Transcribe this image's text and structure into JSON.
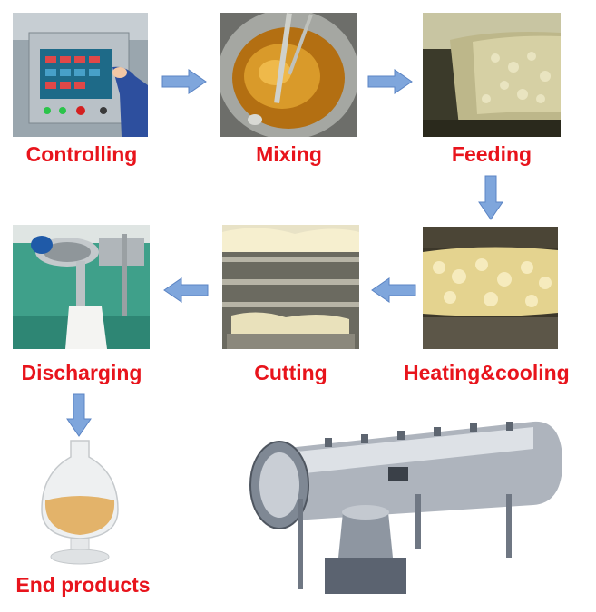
{
  "steps": [
    {
      "label": "Controlling"
    },
    {
      "label": "Mixing"
    },
    {
      "label": "Feeding"
    },
    {
      "label": "Heating&cooling"
    },
    {
      "label": "Cutting"
    },
    {
      "label": "Discharging"
    },
    {
      "label": "End products"
    }
  ],
  "colors": {
    "label": "#e8141c",
    "arrow_fill": "#7fa6dc",
    "arrow_stroke": "#5b84c4"
  },
  "icons": {
    "arrow": "block-arrow-icon"
  }
}
